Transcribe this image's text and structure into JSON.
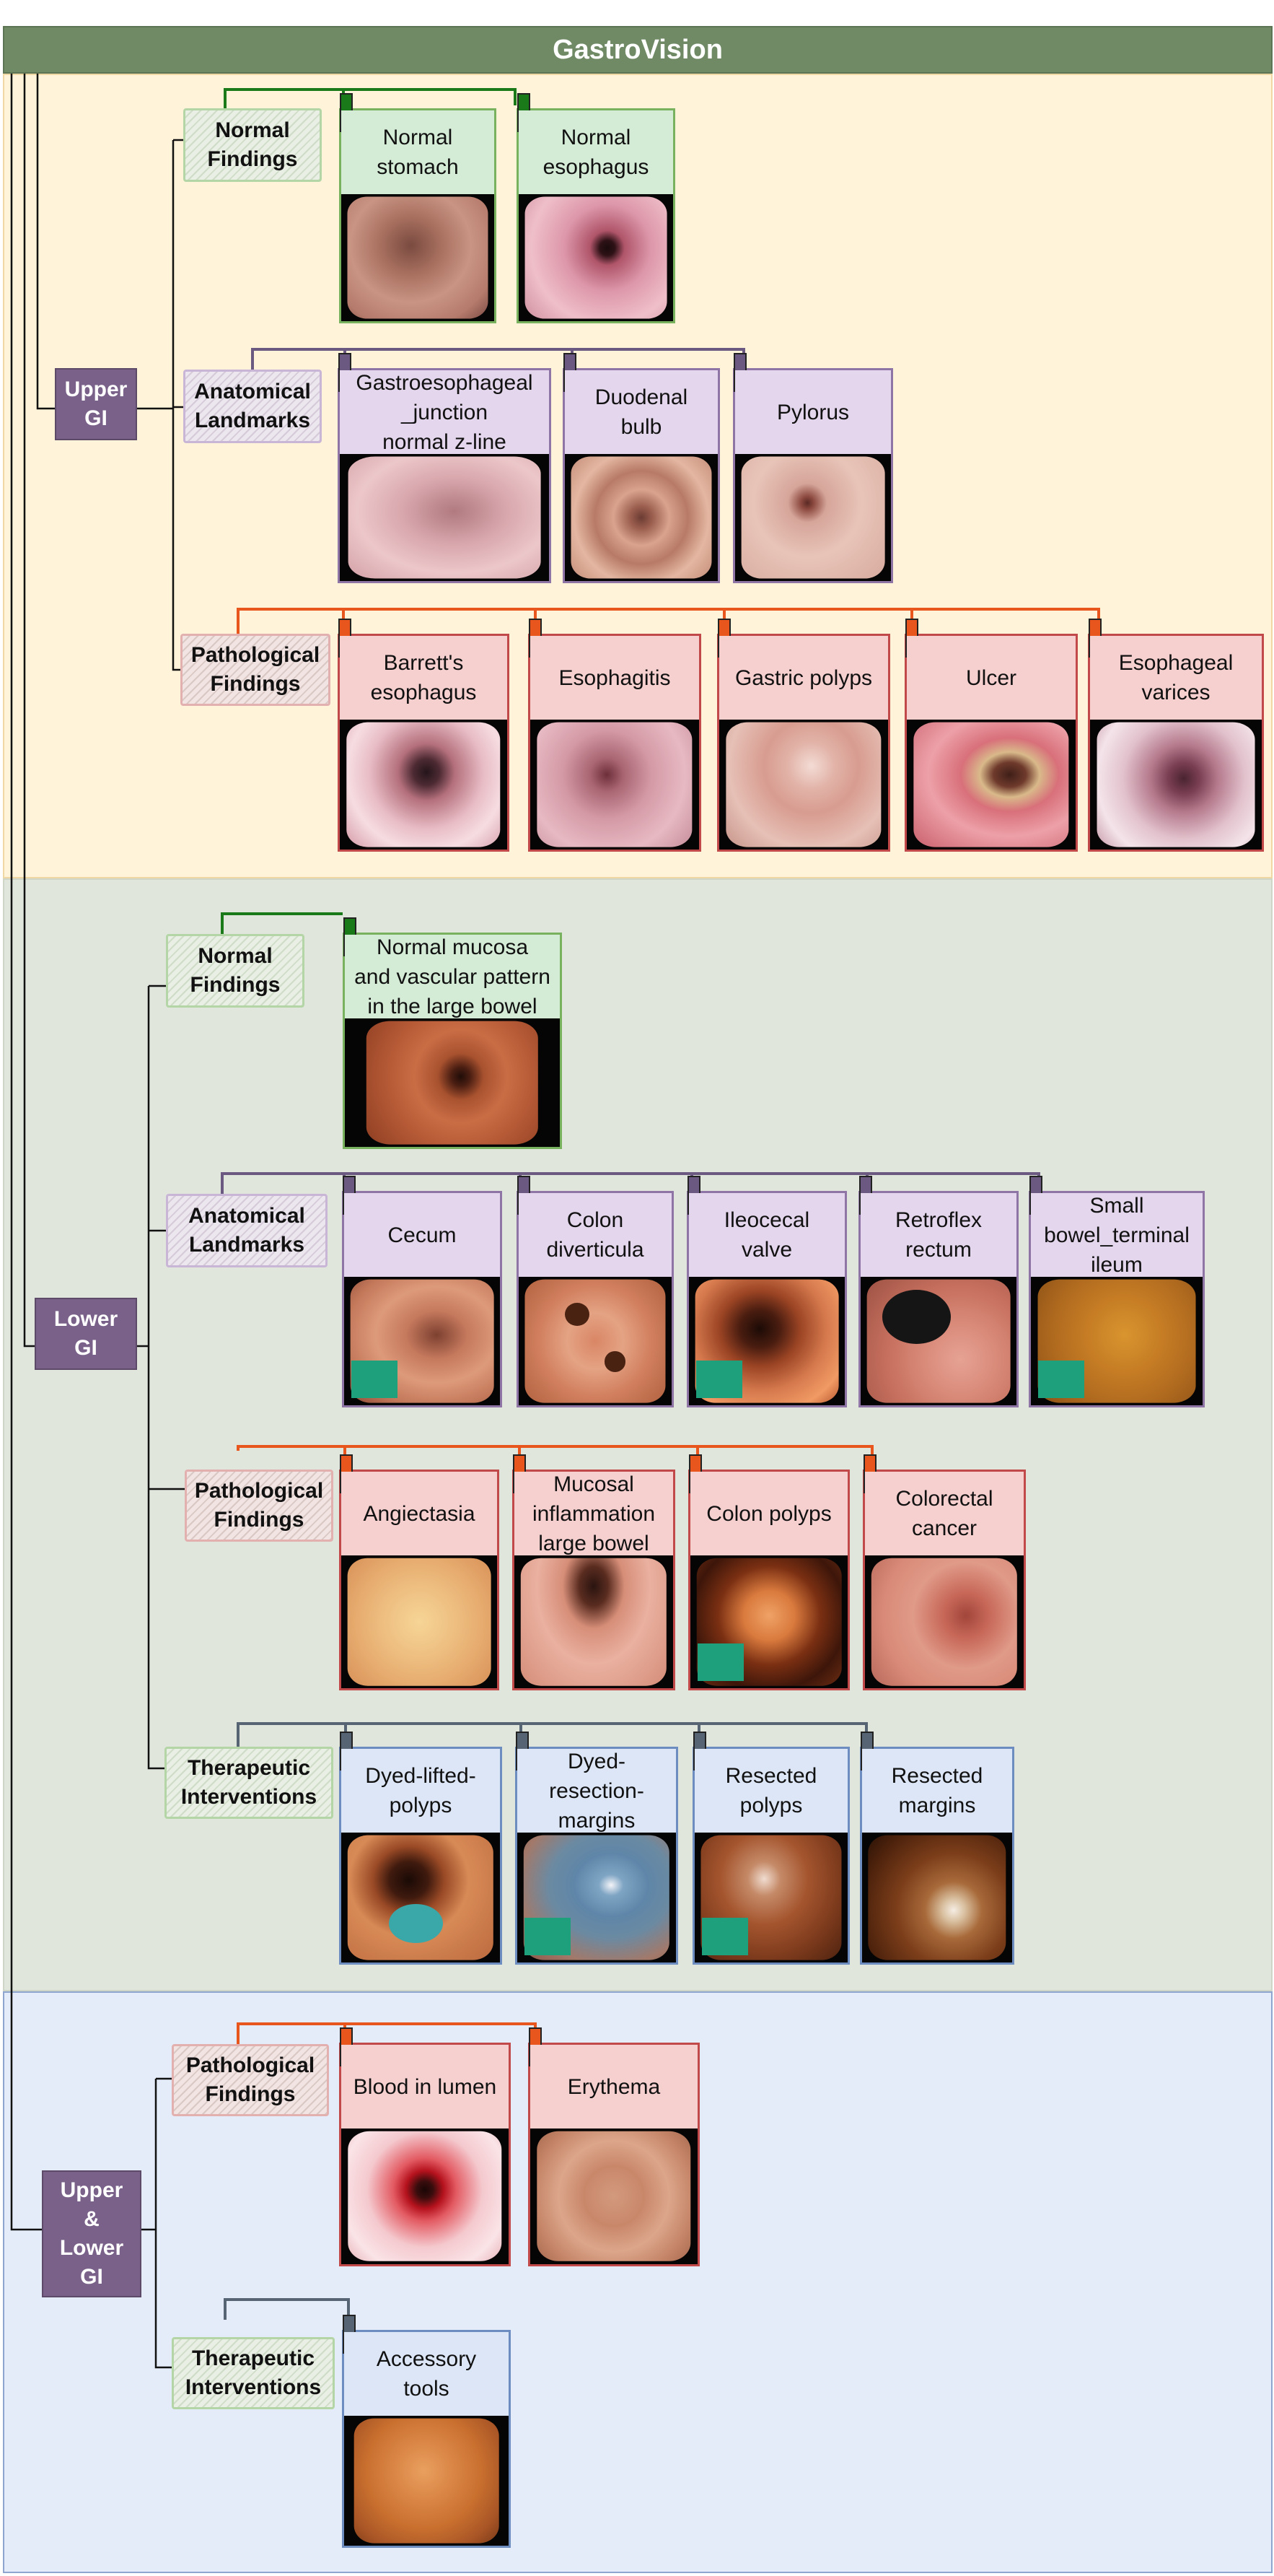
{
  "title": "GastroVision",
  "colors": {
    "header": "#6f8a65",
    "upper_region": "#fff3d9",
    "lower_region": "#e1e6dd",
    "both_region": "#e4ecf9",
    "section": "#7a6189",
    "normal_tag": "#1a7a1a",
    "landmark_tag": "#6c5981",
    "pathology_tag": "#e8561e",
    "therapeutic_tag": "#566474"
  },
  "sections": {
    "upper": {
      "label": "Upper\nGI"
    },
    "lower": {
      "label": "Lower\nGI"
    },
    "both": {
      "label": "Upper\n&\nLower\nGI"
    }
  },
  "groups": {
    "u_normal": "Normal\nFindings",
    "u_landmarks": "Anatomical\nLandmarks",
    "u_patho": "Pathological\nFindings",
    "l_normal": "Normal\nFindings",
    "l_landmarks": "Anatomical\nLandmarks",
    "l_patho": "Pathological\nFindings",
    "l_thera": "Therapeutic\nInterventions",
    "b_patho": "Pathological\nFindings",
    "b_thera": "Therapeutic\nInterventions"
  },
  "classes": {
    "normal_stomach": "Normal\nstomach",
    "normal_esophagus": "Normal\nesophagus",
    "gej": "Gastroesophageal\n_junction\nnormal z-line",
    "duodenal_bulb": "Duodenal\nbulb",
    "pylorus": "Pylorus",
    "barretts": "Barrett's\nesophagus",
    "esophagitis": "Esophagitis",
    "gastric_polyps": "Gastric polyps",
    "ulcer": "Ulcer",
    "esophageal_varices": "Esophageal\nvarices",
    "normal_mucosa": "Normal mucosa\nand vascular pattern\nin the large bowel",
    "cecum": "Cecum",
    "colon_diverticula": "Colon\ndiverticula",
    "ileocecal_valve": "Ileocecal\nvalve",
    "retroflex_rectum": "Retroflex\nrectum",
    "small_bowel": "Small\nbowel_terminal\nileum",
    "angiectasia": "Angiectasia",
    "mucosal_inflammation": "Mucosal\ninflammation\nlarge bowel",
    "colon_polyps": "Colon polyps",
    "colorectal_cancer": "Colorectal\ncancer",
    "dyed_lifted_polyps": "Dyed-lifted-\npolyps",
    "dyed_resection_margins": "Dyed-\nresection-\nmargins",
    "resected_polyps": "Resected\npolyps",
    "resected_margins": "Resected\nmargins",
    "blood_in_lumen": "Blood in lumen",
    "erythema": "Erythema",
    "accessory_tools": "Accessory\ntools"
  }
}
